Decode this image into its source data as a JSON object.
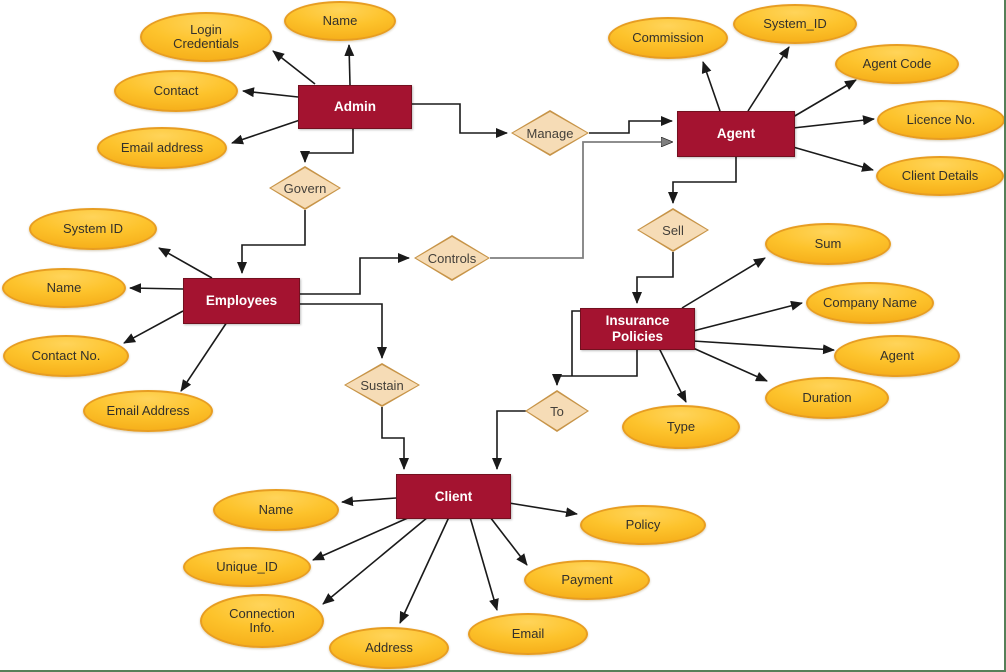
{
  "diagram": {
    "entities": {
      "admin": "Admin",
      "agent": "Agent",
      "employees": "Employees",
      "insurance_policies": "Insurance\nPolicies",
      "client": "Client"
    },
    "relationships": {
      "manage": "Manage",
      "govern": "Govern",
      "controls": "Controls",
      "sell": "Sell",
      "sustain": "Sustain",
      "to": "To"
    },
    "attributes": {
      "admin": {
        "login_credentials": "Login\nCredentials",
        "name": "Name",
        "contact": "Contact",
        "email_address": "Email address"
      },
      "agent": {
        "commission": "Commission",
        "system_id": "System_ID",
        "agent_code": "Agent Code",
        "licence_no": "Licence No.",
        "client_details": "Client Details"
      },
      "employees": {
        "system_id": "System ID",
        "name": "Name",
        "contact_no": "Contact No.",
        "email_address": "Email Address"
      },
      "insurance_policies": {
        "sum": "Sum",
        "company_name": "Company Name",
        "agent": "Agent",
        "duration": "Duration",
        "type": "Type"
      },
      "client": {
        "name": "Name",
        "unique_id": "Unique_ID",
        "connection_info": "Connection\nInfo.",
        "address": "Address",
        "email": "Email",
        "payment": "Payment",
        "policy": "Policy"
      }
    },
    "colors": {
      "entity_fill": "#A41330",
      "attribute_fill": "#FDC32C",
      "attribute_border": "#E79D22",
      "relationship_fill": "#F6DCB6",
      "relationship_border": "#C79448",
      "connector": "#1A1A1A",
      "connector_secondary": "#7F7F7F",
      "page_border": "#567F58"
    }
  }
}
